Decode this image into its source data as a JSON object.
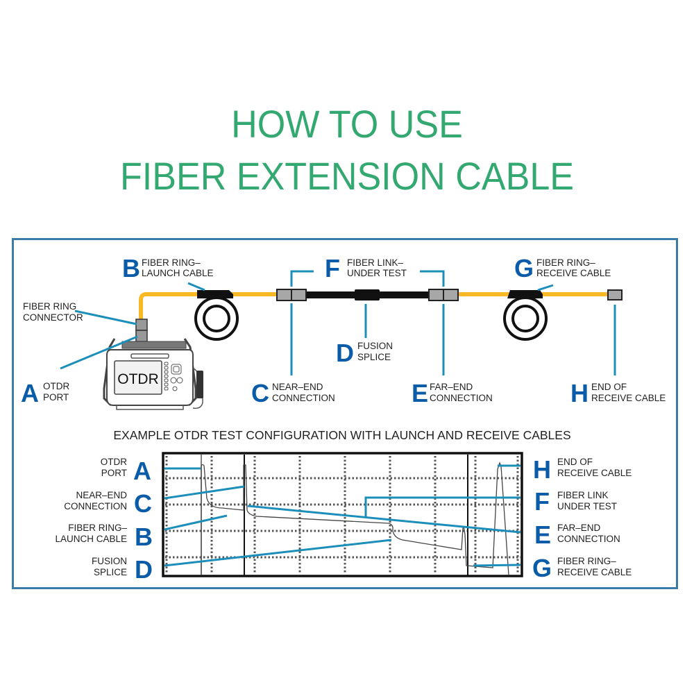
{
  "title": {
    "line1": "HOW TO USE",
    "line2": "FIBER EXTENSION CABLE"
  },
  "colors": {
    "title_green": "#33a870",
    "frame_blue": "#3a7ca5",
    "letter_blue": "#0b5ca8",
    "leader_blue": "#1b8fba",
    "cable_yellow": "#f9b925",
    "connector_gray": "#a7a7a7"
  },
  "device": {
    "screen_label": "OTDR"
  },
  "setup_labels": [
    {
      "letter": "A",
      "line1": "OTDR",
      "line2": "PORT"
    },
    {
      "letter": "B",
      "line1": "FIBER RING–",
      "line2": "LAUNCH CABLE"
    },
    {
      "letter": "C",
      "line1": "NEAR–END",
      "line2": "CONNECTION"
    },
    {
      "letter": "D",
      "line1": "FUSION",
      "line2": "SPLICE"
    },
    {
      "letter": "E",
      "line1": "FAR–END",
      "line2": "CONNECTION"
    },
    {
      "letter": "F",
      "line1": "FIBER LINK–",
      "line2": "UNDER TEST"
    },
    {
      "letter": "G",
      "line1": "FIBER RING–",
      "line2": "RECEIVE CABLE"
    },
    {
      "letter": "H",
      "line1": "END OF",
      "line2": "RECEIVE CABLE"
    }
  ],
  "connector_label": {
    "line1": "FIBER RING",
    "line2": "CONNECTOR"
  },
  "trace_section": {
    "heading": "EXAMPLE OTDR TEST CONFIGURATION WITH LAUNCH AND RECEIVE CABLES",
    "left_labels": [
      {
        "letter": "A",
        "line1": "OTDR",
        "line2": "PORT"
      },
      {
        "letter": "C",
        "line1": "NEAR–END",
        "line2": "CONNECTION"
      },
      {
        "letter": "B",
        "line1": "FIBER RING–",
        "line2": "LAUNCH CABLE"
      },
      {
        "letter": "D",
        "line1": "FUSION",
        "line2": "SPLICE"
      }
    ],
    "right_labels": [
      {
        "letter": "H",
        "line1": "END OF",
        "line2": "RECEIVE CABLE"
      },
      {
        "letter": "F",
        "line1": "FIBER LINK",
        "line2": "UNDER TEST"
      },
      {
        "letter": "E",
        "line1": "FAR–END",
        "line2": "CONNECTION"
      },
      {
        "letter": "G",
        "line1": "FIBER RING–",
        "line2": "RECEIVE CABLE"
      }
    ]
  }
}
